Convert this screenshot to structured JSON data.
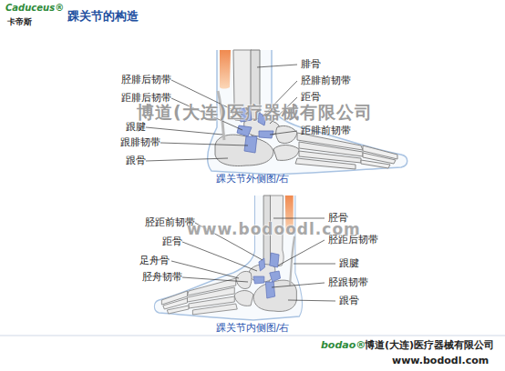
{
  "diagram": {
    "title": "踝关节的构造",
    "labels": [
      "Caduceus®",
      "卡帝斯",
      "胫腓后韧带",
      "距腓后韧带",
      "跟腱",
      "跟腓韧带",
      "跟骨",
      "腓骨",
      "胫腓前韧带",
      "距骨",
      "距腓前韧带",
      "踝关节外侧图/右",
      "博道(大连)医疗器械有限公司",
      "胫距前韧带",
      "距骨",
      "足舟骨",
      "胫舟韧带",
      "胫骨",
      "胫距后韧带",
      "跟腱",
      "胫跟韧带",
      "跟骨",
      "踝关节内侧图/右",
      "www.bodoodl.com",
      "bodao®",
      "博道(大连)医疗器械有限公司",
      "www.bododl.com"
    ]
  }
}
